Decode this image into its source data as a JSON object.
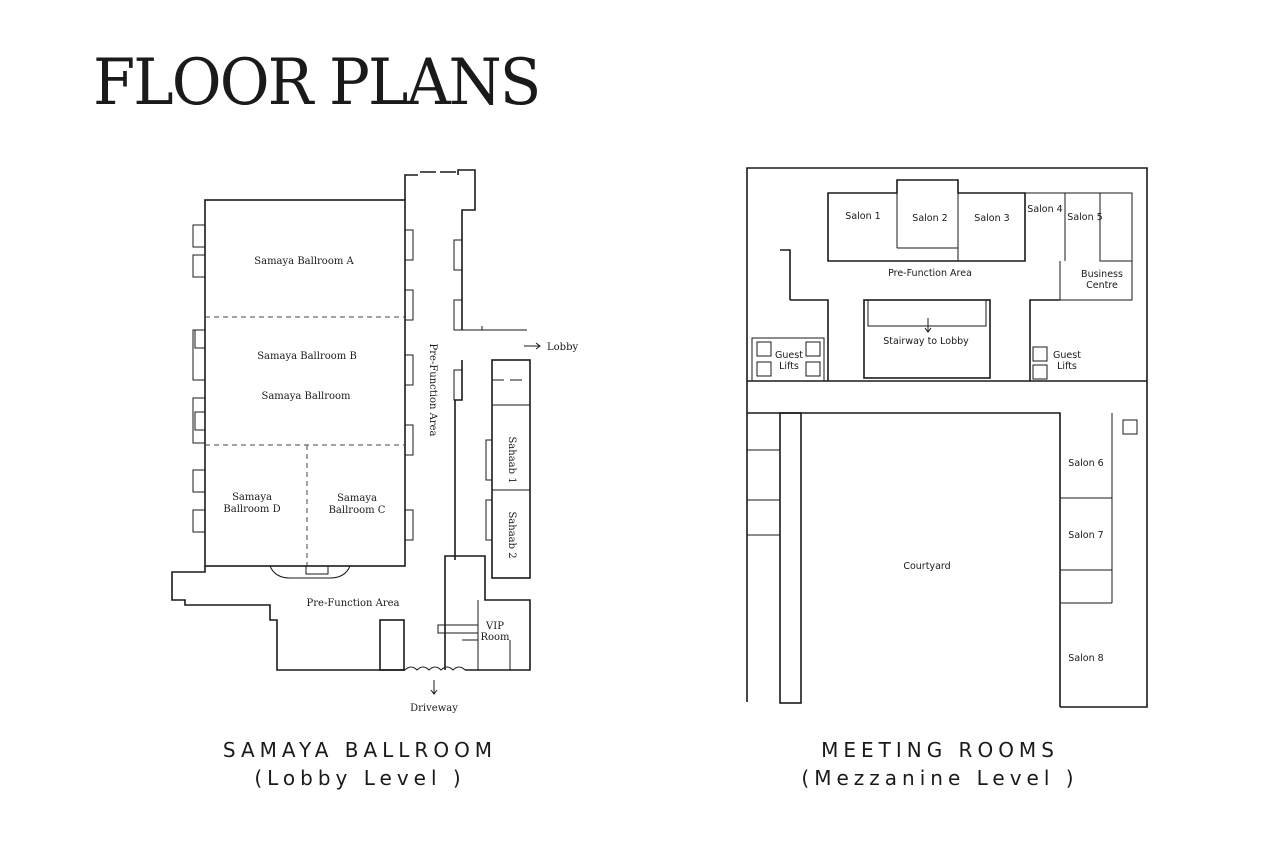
{
  "page_title": "FLOOR PLANS",
  "ballroom_plan": {
    "rooms": {
      "ballroom_a": "Samaya Ballroom A",
      "ballroom_b": "Samaya Ballroom B",
      "ballroom": "Samaya Ballroom",
      "ballroom_d_1": "Samaya",
      "ballroom_d_2": "Ballroom D",
      "ballroom_c_1": "Samaya",
      "ballroom_c_2": "Ballroom C",
      "prefunction_vertical": "Pre-Function Area",
      "prefunction_bottom": "Pre-Function Area",
      "sahaab_1": "Sahaab 1",
      "sahaab_2": "Sahaab 2",
      "vip_1": "VIP",
      "vip_2": "Room"
    },
    "labels": {
      "lobby": "Lobby",
      "driveway": "Driveway"
    },
    "caption_line1": "SAMAYA BALLROOM",
    "caption_line2": "(Lobby Level )"
  },
  "meeting_plan": {
    "rooms": {
      "salon_1": "Salon 1",
      "salon_2": "Salon 2",
      "salon_3": "Salon 3",
      "salon_4": "Salon 4",
      "salon_5": "Salon 5",
      "salon_6": "Salon 6",
      "salon_7": "Salon 7",
      "salon_8": "Salon 8",
      "business_1": "Business",
      "business_2": "Centre",
      "prefunction": "Pre-Function Area",
      "stairway": "Stairway to Lobby",
      "lifts_left_1": "Guest",
      "lifts_left_2": "Lifts",
      "lifts_right_1": "Guest",
      "lifts_right_2": "Lifts",
      "courtyard": "Courtyard"
    },
    "caption_line1": "MEETING ROOMS",
    "caption_line2": "(Mezzanine Level )"
  }
}
